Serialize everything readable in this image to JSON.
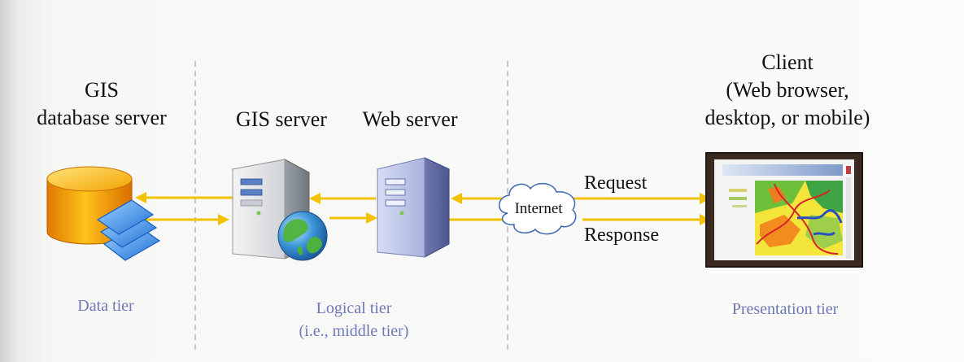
{
  "headers": {
    "db_line1": "GIS",
    "db_line2": "database server",
    "gis_server": "GIS server",
    "web_server": "Web server",
    "client_line1": "Client",
    "client_line2": "(Web browser,",
    "client_line3": "desktop, or mobile)"
  },
  "cloud_label": "Internet",
  "arrows": {
    "request": "Request",
    "response": "Response"
  },
  "tiers": {
    "data": "Data tier",
    "logical_line1": "Logical tier",
    "logical_line2": "(i.e., middle tier)",
    "presentation": "Presentation tier"
  },
  "colors": {
    "arrow": "#f2c200",
    "tier_text": "#6d79b8",
    "divider": "#9aa3b4"
  }
}
